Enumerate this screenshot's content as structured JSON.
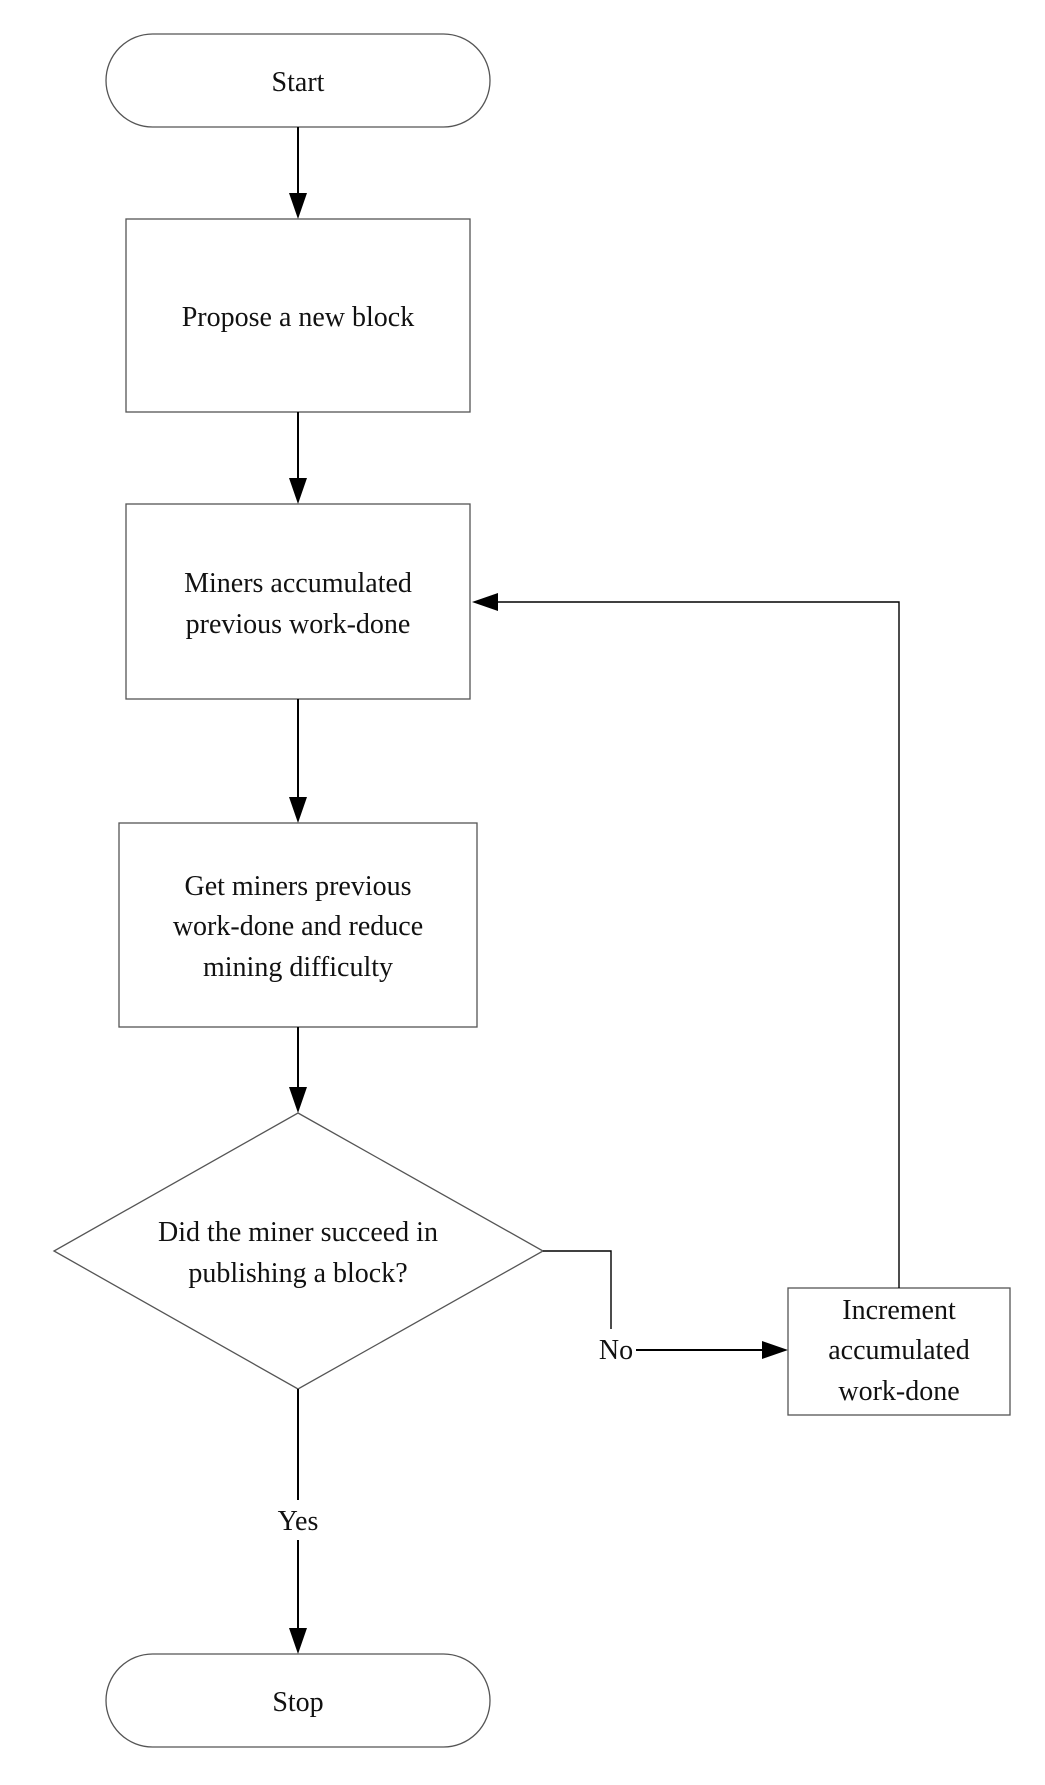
{
  "nodes": {
    "start": {
      "label": "Start"
    },
    "propose": {
      "label": "Propose a new block"
    },
    "accumulated": {
      "line1": "Miners accumulated",
      "line2": "previous work-done"
    },
    "reduce": {
      "line1": "Get miners previous",
      "line2": "work-done and  reduce",
      "line3": "mining difficulty"
    },
    "decision": {
      "line1": "Did the miner succeed in",
      "line2": "publishing a block?"
    },
    "increment": {
      "line1": "Increment",
      "line2": "accumulated",
      "line3": "work-done"
    },
    "stop": {
      "label": "Stop"
    }
  },
  "edges": {
    "no_label": "No",
    "yes_label": "Yes"
  }
}
